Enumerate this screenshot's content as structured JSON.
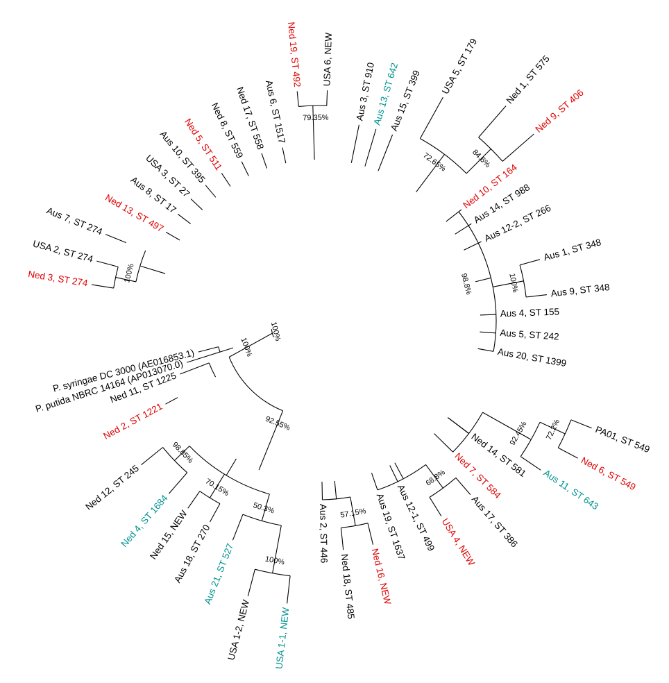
{
  "colors": {
    "default": "#000000",
    "red": "#e00000",
    "teal": "#00938f"
  },
  "leaves": [
    {
      "id": "ned19",
      "text": "Ned 19, ST 492",
      "color": "red"
    },
    {
      "id": "usa6",
      "text": "USA 6, NEW",
      "color": "default"
    },
    {
      "id": "aus3",
      "text": "Aus 3, ST 910",
      "color": "default"
    },
    {
      "id": "aus13",
      "text": "Aus 13, ST 642",
      "color": "teal"
    },
    {
      "id": "aus15",
      "text": "Aus 15, ST 399",
      "color": "default"
    },
    {
      "id": "usa5",
      "text": "USA 5, ST 179",
      "color": "default"
    },
    {
      "id": "ned1",
      "text": "Ned 1, ST 575",
      "color": "default"
    },
    {
      "id": "ned9",
      "text": "Ned 9, ST 406",
      "color": "red"
    },
    {
      "id": "ned10",
      "text": "Ned 10, ST 164",
      "color": "red"
    },
    {
      "id": "aus14",
      "text": "Aus 14, ST 988",
      "color": "default"
    },
    {
      "id": "aus12_2",
      "text": "Aus 12-2, ST 266",
      "color": "default"
    },
    {
      "id": "aus1",
      "text": "Aus 1, ST 348",
      "color": "default"
    },
    {
      "id": "aus9",
      "text": "Aus 9, ST 348",
      "color": "default"
    },
    {
      "id": "aus4",
      "text": "Aus 4, ST 155",
      "color": "default"
    },
    {
      "id": "aus5",
      "text": "Aus 5, ST 242",
      "color": "default"
    },
    {
      "id": "aus20",
      "text": "Aus 20, ST 1399",
      "color": "default"
    },
    {
      "id": "pa01",
      "text": "PA01, ST 549",
      "color": "default"
    },
    {
      "id": "ned6",
      "text": "Ned 6, ST 549",
      "color": "red"
    },
    {
      "id": "aus11",
      "text": "Aus 11, ST 643",
      "color": "teal"
    },
    {
      "id": "ned14",
      "text": "Ned 14, ST 581",
      "color": "default"
    },
    {
      "id": "ned7",
      "text": "Ned 7, ST 584",
      "color": "red"
    },
    {
      "id": "aus17",
      "text": "Aus 17, ST 386",
      "color": "default"
    },
    {
      "id": "usa4",
      "text": "USA 4, NEW",
      "color": "red"
    },
    {
      "id": "aus12_1",
      "text": "Aus 12-1, ST 499",
      "color": "default"
    },
    {
      "id": "aus19",
      "text": "Aus 19, ST 1637",
      "color": "default"
    },
    {
      "id": "ned16",
      "text": "Ned 16, NEW",
      "color": "red"
    },
    {
      "id": "ned18",
      "text": "Ned 18, ST 485",
      "color": "default"
    },
    {
      "id": "aus2",
      "text": "Aus 2, ST 446",
      "color": "default"
    },
    {
      "id": "usa1_1",
      "text": "USA 1-1, NEW",
      "color": "teal"
    },
    {
      "id": "usa1_2",
      "text": "USA 1-2, NEW",
      "color": "default"
    },
    {
      "id": "aus21",
      "text": "Aus 21, ST 527",
      "color": "teal"
    },
    {
      "id": "aus18",
      "text": "Aus 18, ST 270",
      "color": "default"
    },
    {
      "id": "ned15",
      "text": "Ned 15, NEW",
      "color": "default"
    },
    {
      "id": "ned4",
      "text": "Ned 4, ST 1684",
      "color": "teal"
    },
    {
      "id": "ned12",
      "text": "Ned 12, ST 245",
      "color": "default"
    },
    {
      "id": "ned2",
      "text": "Ned 2, ST 1221",
      "color": "red"
    },
    {
      "id": "ned11",
      "text": "Ned 11, ST 1225",
      "color": "default"
    },
    {
      "id": "pputida",
      "text": "P. putida NBRC 14164 (AP013070.0)",
      "color": "default"
    },
    {
      "id": "psyr",
      "text": "P. syringae DC 3000 (AE016853.1)",
      "color": "default"
    },
    {
      "id": "ned3",
      "text": "Ned 3, ST 274",
      "color": "red"
    },
    {
      "id": "usa2",
      "text": "USA 2, ST 274",
      "color": "default"
    },
    {
      "id": "aus7",
      "text": "Aus 7, ST 274",
      "color": "default"
    },
    {
      "id": "ned13",
      "text": "Ned 13, ST 497",
      "color": "red"
    },
    {
      "id": "aus8",
      "text": "Aus 8, ST 17",
      "color": "default"
    },
    {
      "id": "usa3",
      "text": "USA 3, ST 27",
      "color": "default"
    },
    {
      "id": "aus10",
      "text": "Aus 10, ST 395",
      "color": "default"
    },
    {
      "id": "ned5",
      "text": "Ned 5, ST 511",
      "color": "red"
    },
    {
      "id": "ned8",
      "text": "Ned 8, ST 559",
      "color": "default"
    },
    {
      "id": "ned17",
      "text": "Ned 17, ST 558",
      "color": "default"
    },
    {
      "id": "aus6",
      "text": "Aus 6, ST 1517",
      "color": "default"
    }
  ],
  "bootstrap": [
    {
      "id": "b_ned19_usa6",
      "text": "79.35%"
    },
    {
      "id": "b_ned1_ned9",
      "text": "84.6%"
    },
    {
      "id": "b_usa5_clade",
      "text": "72.65%"
    },
    {
      "id": "b_aus1_aus9",
      "text": "100%"
    },
    {
      "id": "b_big",
      "text": "98.8%"
    },
    {
      "id": "b_pa01_ned6",
      "text": "72.2%"
    },
    {
      "id": "b_aus11_clade",
      "text": "92.45%"
    },
    {
      "id": "b_usa4_aus17",
      "text": "68.8%"
    },
    {
      "id": "b_ned16_ned18",
      "text": "57.15%"
    },
    {
      "id": "b_usa1",
      "text": "100%"
    },
    {
      "id": "b_aus21",
      "text": "50.3%"
    },
    {
      "id": "b_ned15_aus18",
      "text": "70.15%"
    },
    {
      "id": "b_ned12_ned4",
      "text": "98.85%"
    },
    {
      "id": "b_ingroup",
      "text": "92.55%"
    },
    {
      "id": "b_putida",
      "text": "100%"
    },
    {
      "id": "b_syringae",
      "text": "100%"
    },
    {
      "id": "b_ned3_usa2",
      "text": "100%"
    }
  ]
}
